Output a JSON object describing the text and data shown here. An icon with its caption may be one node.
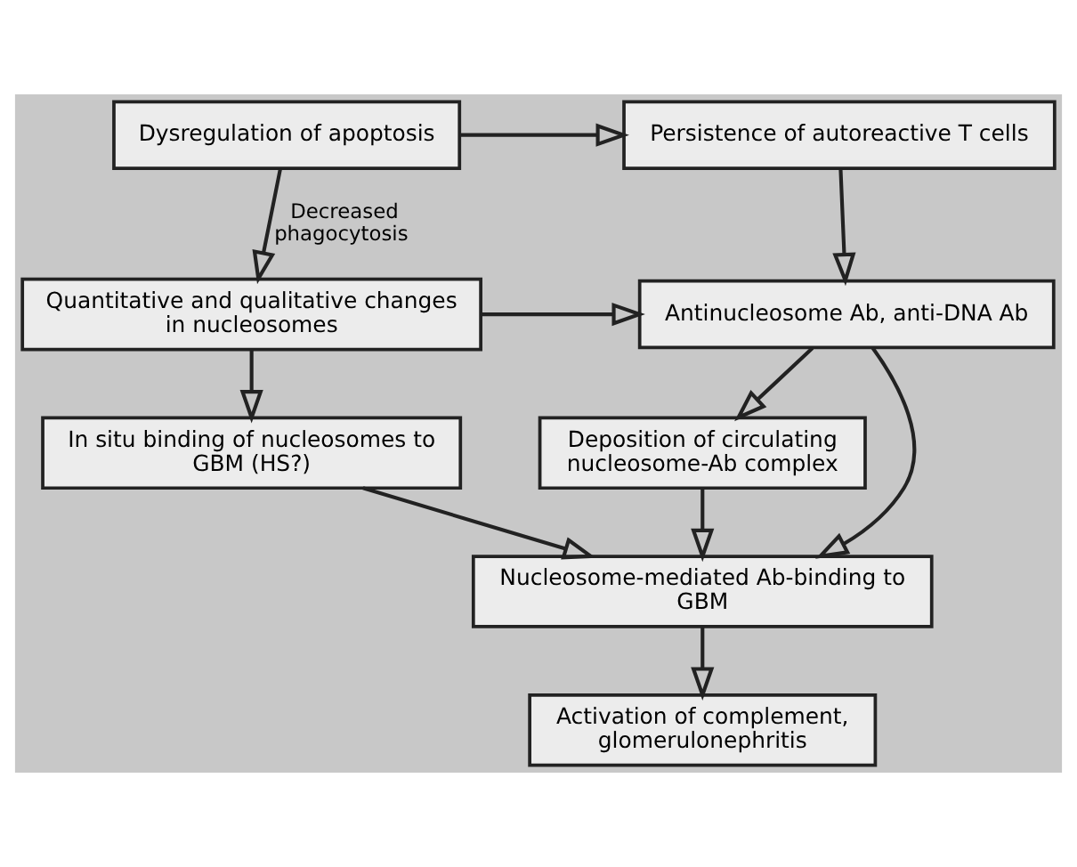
{
  "diagram": {
    "nodes": [
      {
        "text": [
          "Dysregulation of apoptosis"
        ]
      },
      {
        "text": [
          "Persistence of autoreactive T cells"
        ]
      },
      {
        "text": [
          "Quantitative and qualitative changes in nucleosomes"
        ]
      },
      {
        "text": [
          "Antinucleosome Ab, anti-DNA Ab"
        ]
      },
      {
        "text": [
          "In situ binding of nucleosomes to GBM (HS?)"
        ]
      },
      {
        "text": [
          "Deposition of circulating nucleosome-Ab complex"
        ]
      },
      {
        "text": [
          "Nucleosome-mediated Ab-binding to GBM"
        ]
      },
      {
        "text": [
          "Activation of complement, glomerulonephritis"
        ]
      }
    ],
    "edges": [
      {
        "from": 0,
        "to": 1,
        "arrow": "to"
      },
      {
        "from": 0,
        "to": 2,
        "arrow": "to",
        "label": "Decreased phagocytosis"
      },
      {
        "from": 1,
        "to": 3,
        "arrow": "to"
      },
      {
        "from": 2,
        "to": 3,
        "arrow": "to"
      },
      {
        "from": 2,
        "to": 4,
        "arrow": "to"
      },
      {
        "from": 3,
        "to": 5,
        "arrow": "to"
      },
      {
        "from": 3,
        "to": 6,
        "arrow": "to"
      },
      {
        "from": 4,
        "to": 6,
        "arrow": "to"
      },
      {
        "from": 5,
        "to": 6,
        "arrow": "to"
      },
      {
        "from": 6,
        "to": 7,
        "arrow": "to"
      }
    ]
  }
}
